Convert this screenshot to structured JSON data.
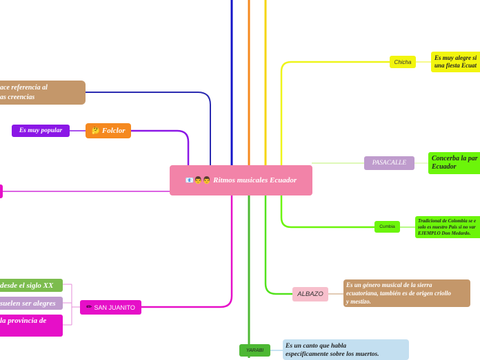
{
  "center": {
    "label": "Ritmos musicales Ecuador",
    "icons": "📧👨👨"
  },
  "left": {
    "creencias": {
      "line1": "ace referencia al",
      "line2": "as creencias"
    },
    "folclor": {
      "label": "Folclor",
      "icon": "🤔"
    },
    "popular": {
      "label": "Es muy popular"
    },
    "sanjuanito": {
      "label": "SAN JUANITO",
      "icon": "✏"
    },
    "siglo": {
      "label": "desde el siglo XX"
    },
    "alegres": {
      "label": "suelen ser alegres"
    },
    "provincia": {
      "label": "la provincia de"
    }
  },
  "right": {
    "chicha": {
      "label": "Chicha"
    },
    "chicha_note": {
      "line1": "Es muy alegre si",
      "line2": "una fiesta Ecuat"
    },
    "pasacalle": {
      "label": "PASACALLE"
    },
    "pasacalle_note": {
      "line1": "Concerba la par",
      "line2": "Ecuador"
    },
    "cumbia": {
      "label": "Cumbia"
    },
    "cumbia_note": {
      "line1": "Tradicional de Colombia se e",
      "line2": "solo es nuestro Pais si no var",
      "line3": "EJEMPLO Don Medardo."
    },
    "albazo": {
      "label": "ALBAZO"
    },
    "albazo_note": {
      "line1": "Es un género musical de la sierra",
      "line2": "ecuatoriana, también es de origen criollo",
      "line3": "y mestizo."
    },
    "yarabi": {
      "label": "YARABI"
    },
    "yarabi_note": {
      "line1": "Es un canto que habla",
      "line2": "específicamente sobre  los muertos."
    }
  },
  "colors": {
    "center": "#f283a8",
    "brown": "#c4976a",
    "orange": "#f5891f",
    "purple": "#8b17e6",
    "magenta": "#e60fc8",
    "green": "#7cbc4e",
    "lavender": "#bf9ccd",
    "chicha": "#f2f50e",
    "lime": "#6cf50a",
    "pink": "#f7bfcc",
    "yarabi": "#4db833",
    "blue": "#c3dff0"
  }
}
